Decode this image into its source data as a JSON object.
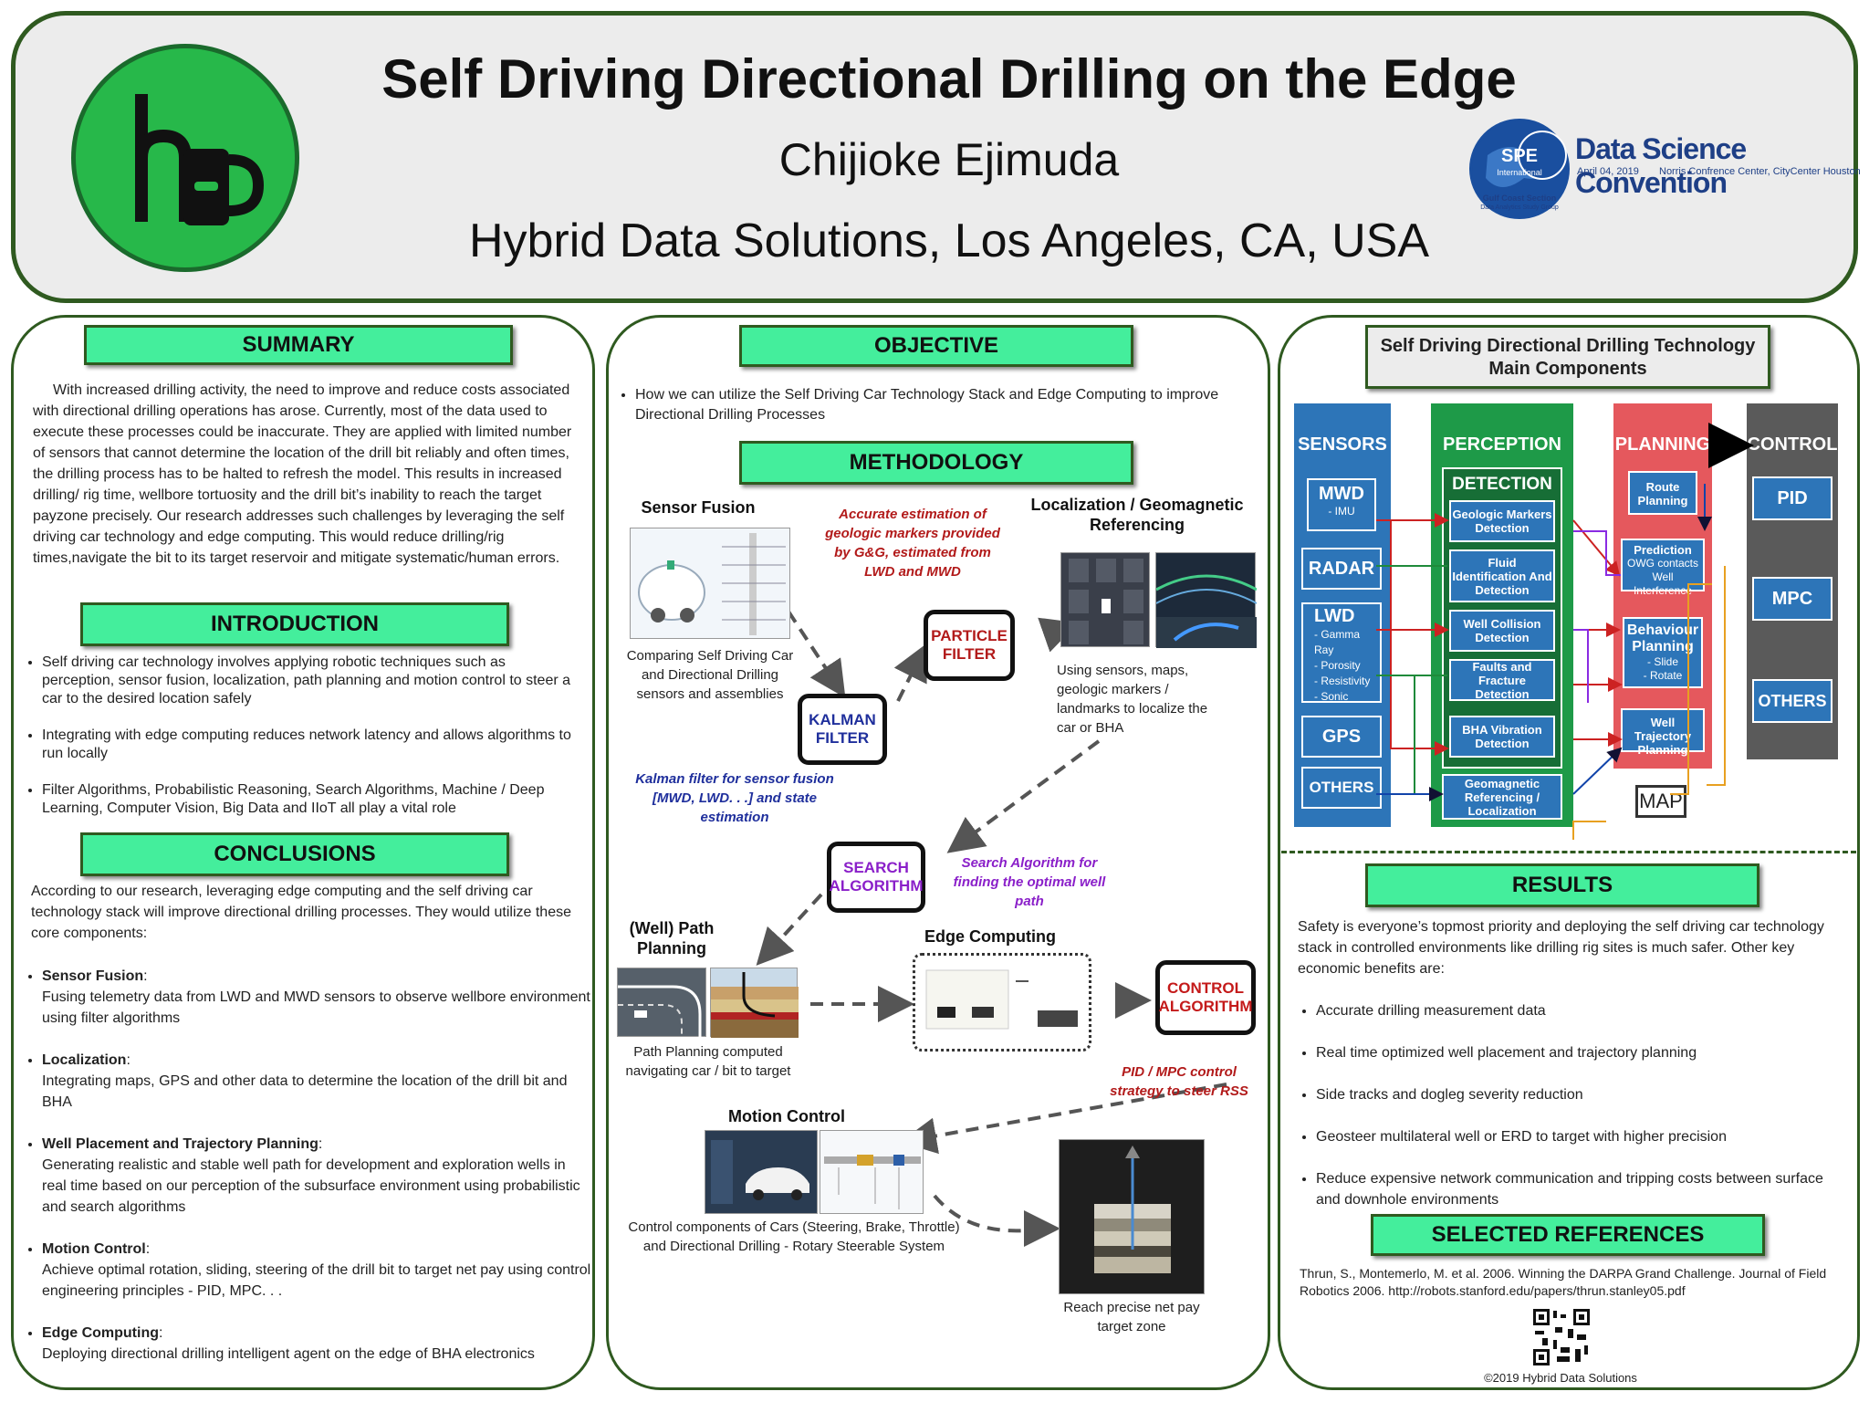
{
  "header": {
    "title": "Self Driving Directional Drilling on the Edge",
    "author": "Chijioke Ejimuda",
    "affiliation": "Hybrid Data Solutions, Los Angeles, CA, USA",
    "conference": {
      "spe_label": "SPE",
      "spe_sub": "International",
      "name": "Data Science Convention",
      "date": "April 04, 2019",
      "venue": "Norris Confrence Center, CityCenter Houston",
      "section": "Gulf Coast Section",
      "group": "Data Analytics Study Group"
    }
  },
  "summary": {
    "heading": "SUMMARY",
    "text": "With increased drilling activity, the need to improve and reduce costs associated with directional drilling operations has arose. Currently, most of the data used to execute these processes could be inaccurate. They are applied with limited number of sensors that cannot determine the location of the drill bit reliably and often times, the drilling process has to be halted to refresh the model. This results in increased drilling/ rig time, wellbore tortuosity and the drill bit’s inability to reach the target payzone precisely. Our research addresses such challenges by leveraging the self driving car technology and edge computing. This would reduce drilling/rig times,navigate the bit to its target reservoir and mitigate systematic/human errors."
  },
  "introduction": {
    "heading": "INTRODUCTION",
    "bullets": [
      "Self driving car technology involves applying robotic techniques such as perception, sensor fusion, localization, path planning and motion control to steer a car to the desired location safely",
      "Integrating with edge computing reduces network latency and allows algorithms to run locally",
      "Filter Algorithms, Probabilistic Reasoning, Search Algorithms, Machine / Deep Learning, Computer Vision, Big Data and IIoT all play a vital role"
    ]
  },
  "conclusions": {
    "heading": "CONCLUSIONS",
    "intro": "According to our research, leveraging edge computing and the self driving car technology stack will improve directional drilling processes. They would utilize these core components:",
    "items": [
      {
        "title": "Sensor Fusion",
        "text": "Fusing telemetry data from LWD and MWD sensors to observe wellbore environment using filter algorithms"
      },
      {
        "title": "Localization",
        "text": "Integrating maps, GPS and other data to determine the location of the drill bit and BHA"
      },
      {
        "title": "Well Placement and Trajectory Planning",
        "text": "Generating realistic and stable well path for development and exploration wells in real time based on our perception of the subsurface environment using probabilistic and search algorithms"
      },
      {
        "title": "Motion Control",
        "text": "Achieve optimal rotation, sliding, steering of the drill bit to target net pay using control engineering principles - PID, MPC. . ."
      },
      {
        "title": "Edge Computing",
        "text": "Deploying directional drilling intelligent agent on the edge of BHA electronics"
      }
    ]
  },
  "objective": {
    "heading": "OBJECTIVE",
    "bullet": "How we can utilize the Self Driving Car Technology Stack and Edge Computing to improve Directional Drilling Processes"
  },
  "methodology": {
    "heading": "METHODOLOGY",
    "sensor_fusion": "Sensor Fusion",
    "sensor_fusion_caption": "Comparing Self Driving Car and Directional Drilling sensors and assemblies",
    "accurate_note": "Accurate estimation of geologic markers provided by G&G, estimated from LWD and MWD",
    "localization": "Localization / Geomagnetic Referencing",
    "localization_caption": "Using sensors, maps, geologic markers / landmarks to localize the car or BHA",
    "particle_filter": "PARTICLE FILTER",
    "kalman_filter": "KALMAN FILTER",
    "kalman_note": "Kalman filter for sensor fusion [MWD, LWD. . .] and state estimation",
    "search_algorithm": "SEARCH ALGORITHM",
    "search_note": "Search Algorithm for finding the optimal well path",
    "path_planning": "(Well) Path Planning",
    "path_caption": "Path Planning computed navigating car / bit to  target",
    "edge_computing": "Edge Computing",
    "control_algorithm": "CONTROL ALGORITHM",
    "pid_note": "PID / MPC control strategy to steer RSS",
    "motion_control": "Motion Control",
    "motion_caption": "Control components of Cars (Steering, Brake, Throttle) and Directional Drilling - Rotary Steerable System",
    "reach_caption": "Reach precise net pay target zone"
  },
  "components": {
    "heading": "Self Driving Directional Drilling Technology Main Components",
    "sensors": {
      "head": "SENSORS",
      "mwd": "MWD",
      "mwd_sub": "- IMU",
      "radar": "RADAR",
      "lwd": "LWD",
      "lwd_subs": [
        "- Gamma Ray",
        "- Porosity",
        "- Resistivity",
        "- Sonic"
      ],
      "gps": "GPS",
      "others": "OTHERS"
    },
    "perception": {
      "head": "PERCEPTION",
      "detection": "DETECTION",
      "items": [
        "Geologic Markers Detection",
        "Fluid Identification And Detection",
        "Well Collision Detection",
        "Faults and Fracture Detection",
        "BHA Vibration Detection"
      ],
      "geomag": "Geomagnetic Referencing / Localization"
    },
    "planning": {
      "head": "PLANNING",
      "route": "Route Planning",
      "prediction": "Prediction",
      "prediction_sub1": "OWG contacts",
      "prediction_sub2": "Well Interference",
      "behaviour": "Behaviour Planning",
      "behaviour_sub1": "- Slide",
      "behaviour_sub2": "- Rotate",
      "trajectory": "Well Trajectory Planning"
    },
    "control": {
      "head": "CONTROL",
      "pid": "PID",
      "mpc": "MPC",
      "others": "OTHERS"
    },
    "map": "MAP"
  },
  "results": {
    "heading": "RESULTS",
    "intro": "Safety is everyone’s topmost priority and deploying the self driving car technology stack in controlled environments like drilling rig sites is much safer. Other key economic benefits are:",
    "bullets": [
      "Accurate drilling measurement data",
      "Real time optimized well placement and trajectory planning",
      "Side tracks and dogleg severity reduction",
      "Geosteer multilateral well or ERD to target with higher precision",
      "Reduce expensive network communication and tripping costs between surface and downhole environments"
    ]
  },
  "references": {
    "heading": "SELECTED REFERENCES",
    "text": "Thrun, S., Montemerlo, M. et al. 2006. Winning the DARPA Grand Challenge. Journal of Field Robotics 2006. http://robots.stanford.edu/papers/thrun.stanley05.pdf",
    "copyright": "©2019 Hybrid Data Solutions"
  },
  "colors": {
    "banner": "#44ee9c",
    "border": "#2f5a20",
    "sensors_bg": "#2d75b8",
    "perception_bg": "#1e9a48",
    "planning_bg": "#e5585d",
    "control_bg": "#5a5a5a"
  }
}
